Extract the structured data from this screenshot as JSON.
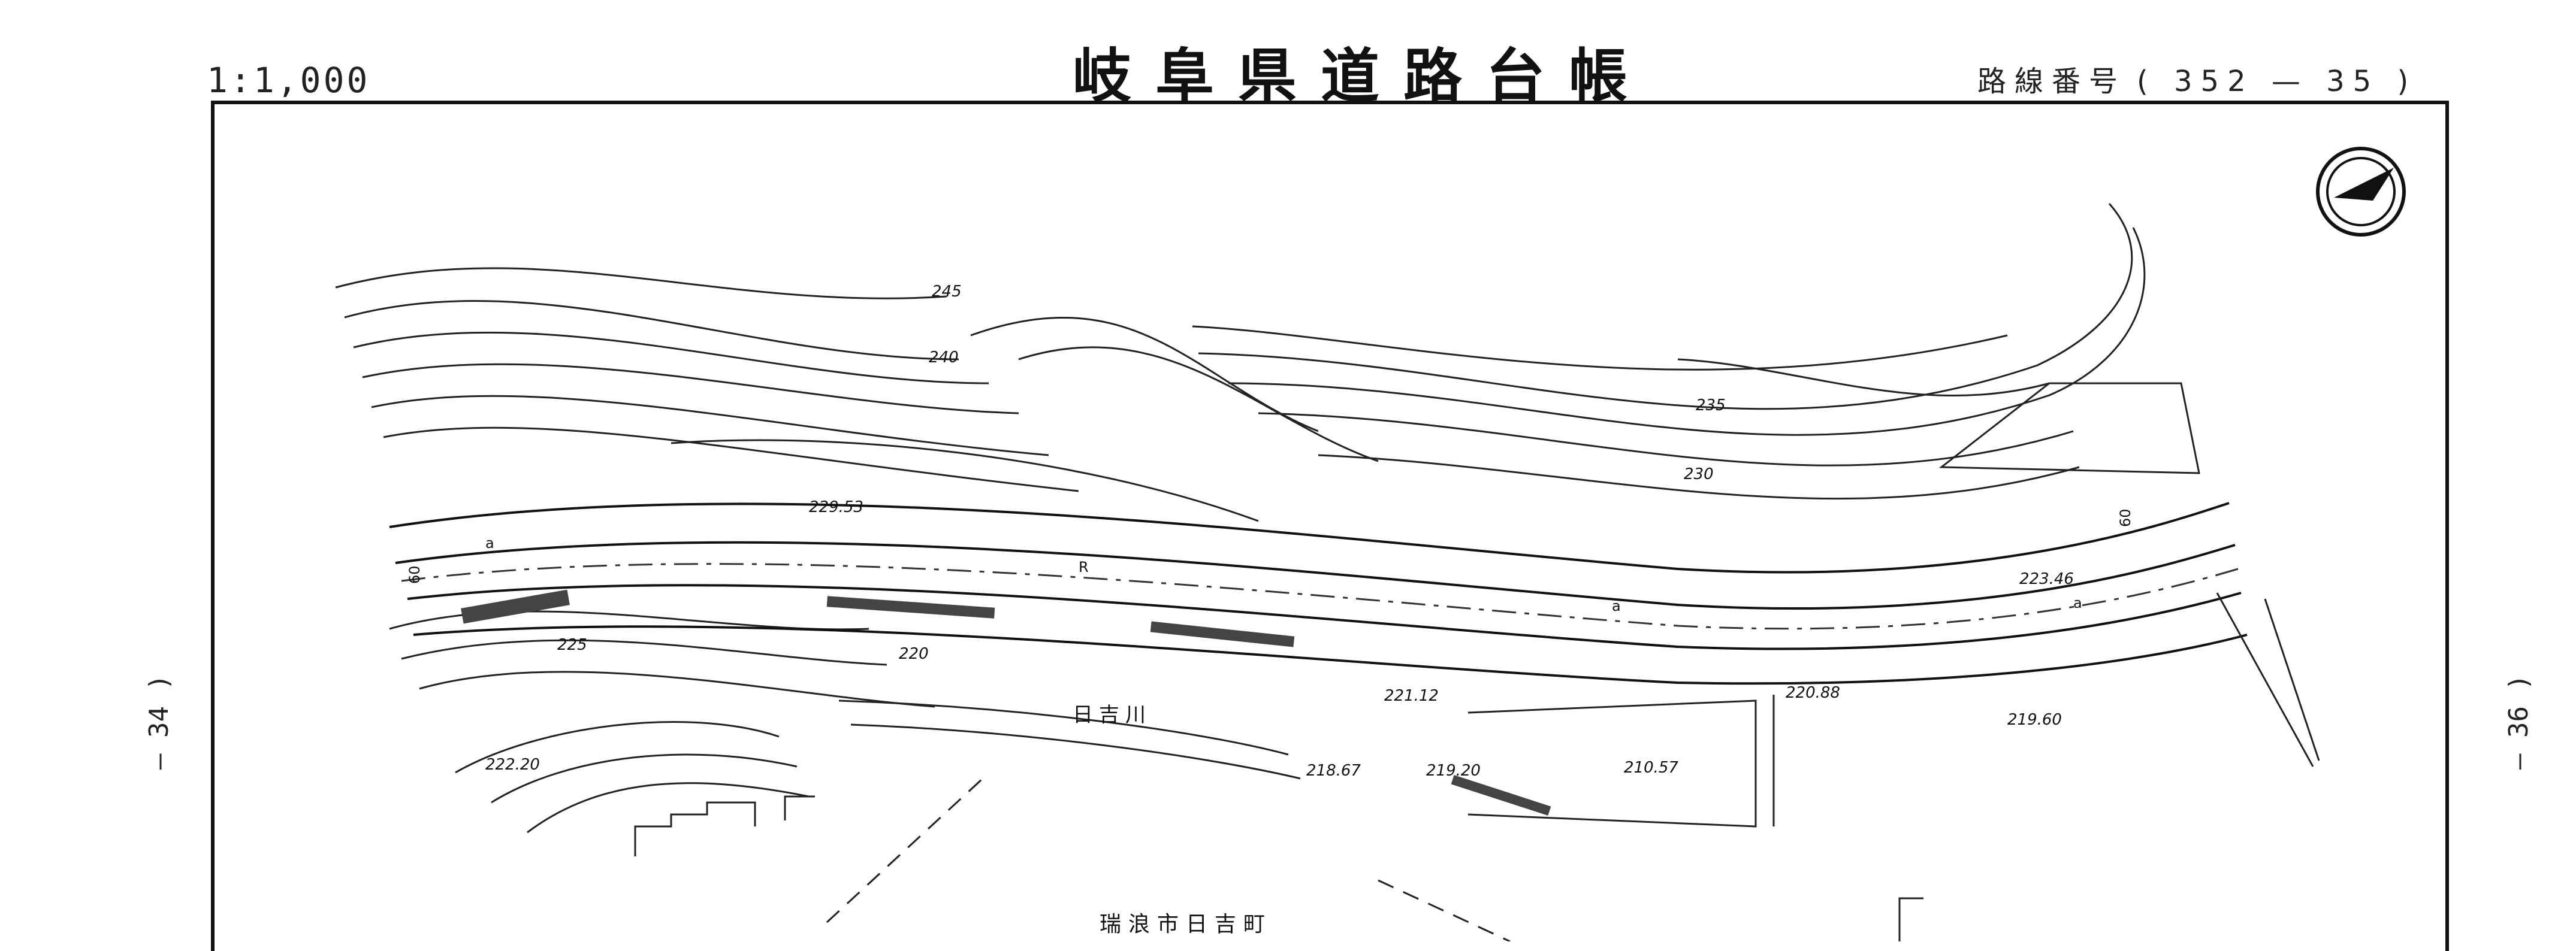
{
  "header": {
    "scale": "1:1,000",
    "title": "岐阜県道路台帳",
    "route_label": "路線番号",
    "route_value": "( 352 — 35 )"
  },
  "adjacent_sheets": {
    "left": "— 34 )",
    "right": "— 36 )"
  },
  "map": {
    "contour_labels": [
      "245",
      "240",
      "235",
      "230",
      "225",
      "220"
    ],
    "elevations": [
      "229.53",
      "223.46",
      "221.12",
      "220.88",
      "218.67",
      "219.20",
      "210.57",
      "219.60",
      "222.20"
    ],
    "road_marks": [
      "R",
      "a",
      "a",
      "a",
      "60",
      "60"
    ],
    "river_name": "日吉川",
    "town_name": "瑞浪市日吉町",
    "north_arrow": "north-arrow-icon"
  },
  "colors": {
    "ink": "#111111",
    "paper": "#ffffff"
  }
}
